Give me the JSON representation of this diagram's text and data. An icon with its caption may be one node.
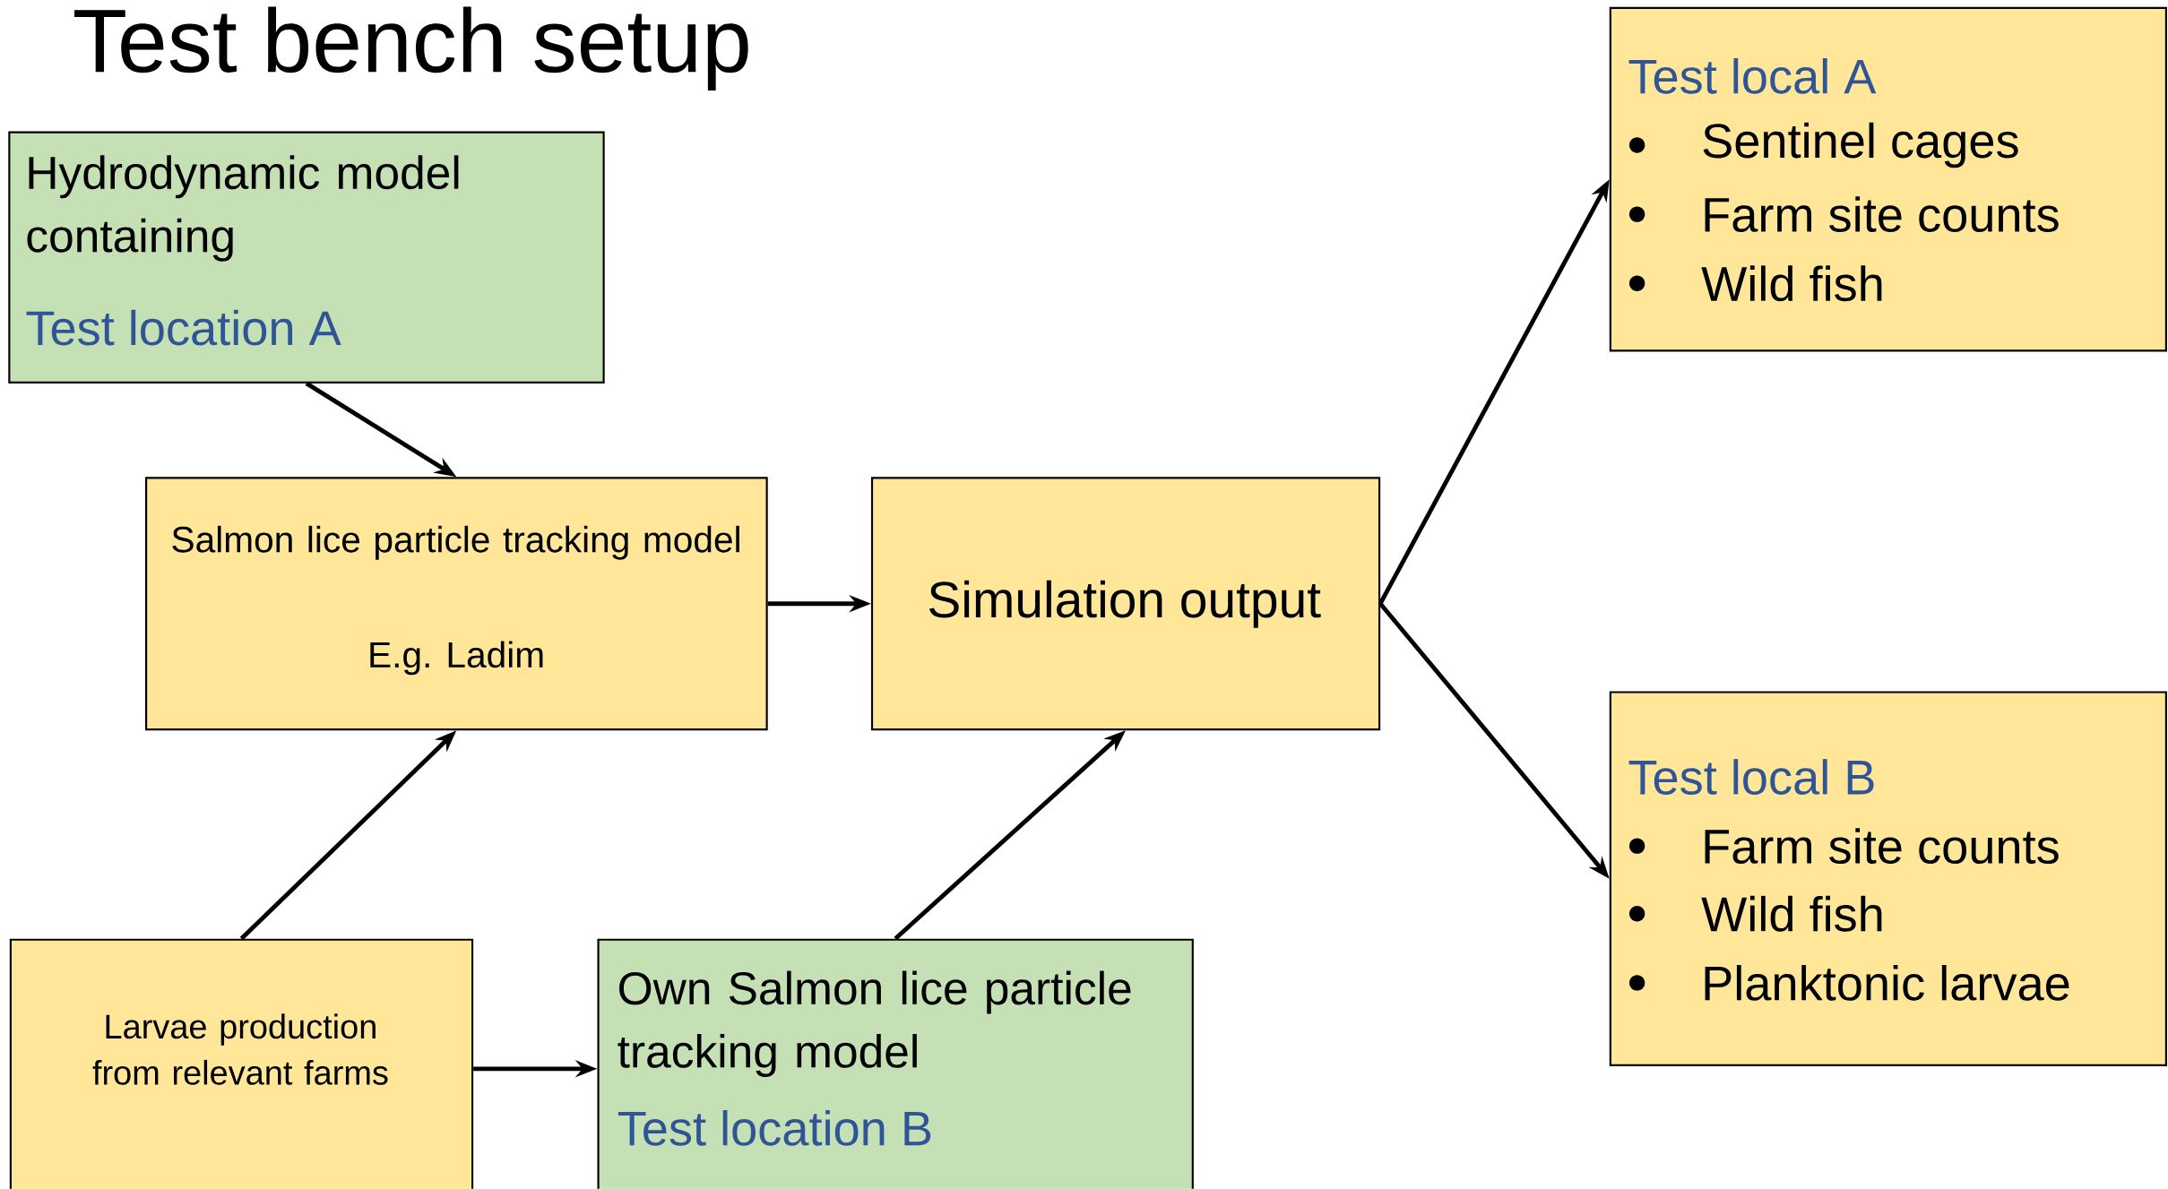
{
  "diagram": {
    "title": "Test bench setup",
    "nodes": [
      {
        "text": [
          "Hydrodynamic model containing",
          "Test location A"
        ]
      },
      {
        "text": [
          "Salmon lice particle tracking model",
          "E.g. Ladim"
        ]
      },
      {
        "text": [
          "Simulation output"
        ]
      },
      {
        "text": [
          "Test local A",
          "Sentinel cages",
          "Farm site counts",
          "Wild fish"
        ]
      },
      {
        "text": [
          "Test local B",
          "Farm site counts",
          "Wild fish",
          "Planktonic larvae"
        ]
      },
      {
        "text": [
          "Larvae production from relevant farms"
        ]
      },
      {
        "text": [
          "Own Salmon lice particle tracking model",
          "Test location B"
        ]
      }
    ],
    "edges": [
      {
        "from": 0,
        "to": 1,
        "arrow": "to"
      },
      {
        "from": 5,
        "to": 1,
        "arrow": "to"
      },
      {
        "from": 1,
        "to": 2,
        "arrow": "to"
      },
      {
        "from": 6,
        "to": 2,
        "arrow": "to"
      },
      {
        "from": 5,
        "to": 6,
        "arrow": "to"
      },
      {
        "from": 2,
        "to": 3,
        "arrow": "to"
      },
      {
        "from": 2,
        "to": 4,
        "arrow": "to"
      }
    ]
  }
}
